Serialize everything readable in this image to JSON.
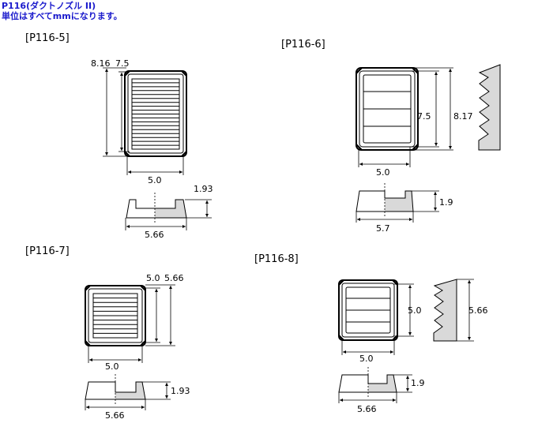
{
  "header": {
    "title": "P116(ダクトノズル II)",
    "unit_note": "単位はすべてmmになります。"
  },
  "parts": {
    "p5": {
      "label": "[P116-5]",
      "dim_height_outer": "8.16",
      "dim_height_inner": "7.5",
      "dim_width_top": "5.0",
      "dim_side_height": "1.93",
      "dim_width_side": "5.66"
    },
    "p6": {
      "label": "[P116-6]",
      "dim_height_inner": "7.5",
      "dim_height_outer": "8.17",
      "dim_width_top": "5.0",
      "dim_side_height": "1.9",
      "dim_width_side": "5.7"
    },
    "p7": {
      "label": "[P116-7]",
      "dim_height_inner": "5.0",
      "dim_height_outer": "5.66",
      "dim_width_top": "5.0",
      "dim_side_height": "1.93",
      "dim_width_side": "5.66"
    },
    "p8": {
      "label": "[P116-8]",
      "dim_height_inner": "5.0",
      "dim_height_profile": "5.66",
      "dim_width_top": "5.0",
      "dim_side_height": "1.9",
      "dim_width_side": "5.66"
    }
  }
}
